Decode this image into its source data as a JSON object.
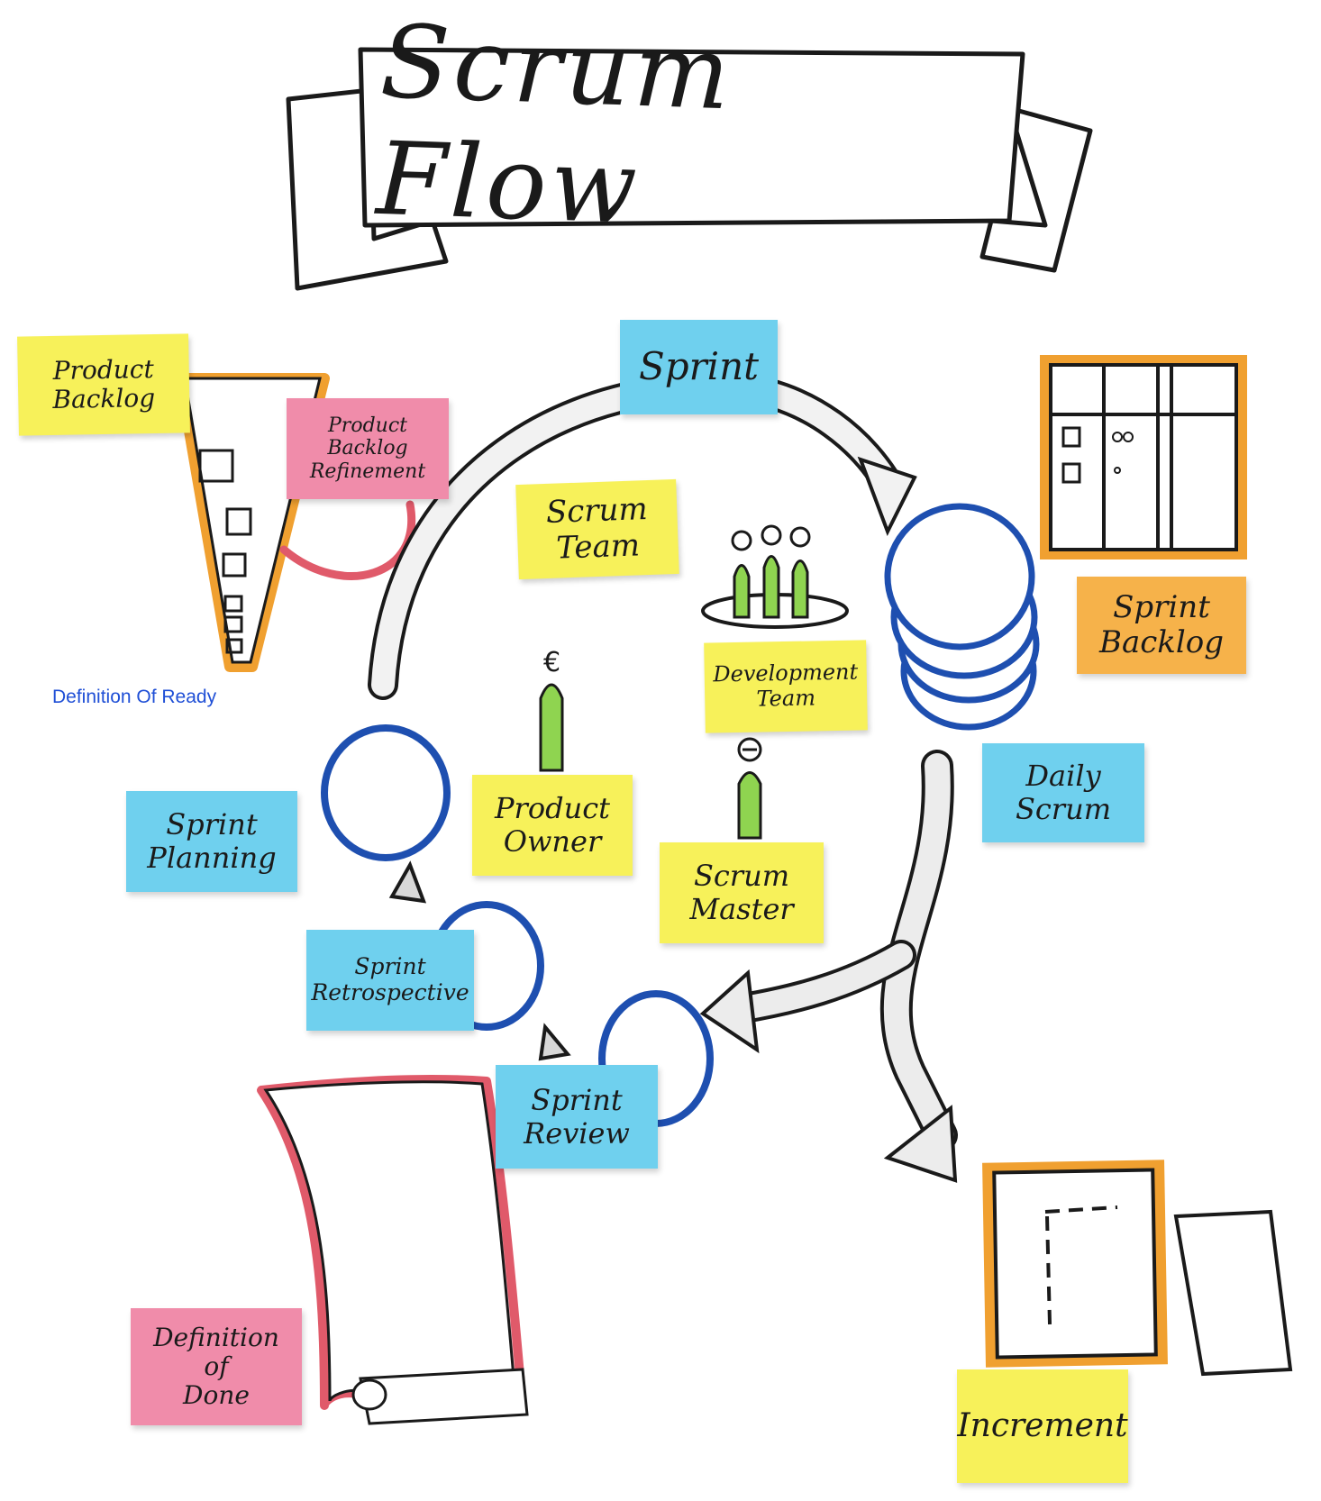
{
  "title": "Scrum Flow",
  "definition_of_ready": "Definition Of Ready",
  "notes": {
    "product_backlog": "Product\nBacklog",
    "product_backlog_refinement": "Product\nBacklog\nRefinement",
    "sprint": "Sprint",
    "scrum_team": "Scrum\nTeam",
    "development_team": "Development\nTeam",
    "sprint_backlog": "Sprint\nBacklog",
    "daily_scrum": "Daily\nScrum",
    "product_owner": "Product\nOwner",
    "scrum_master": "Scrum\nMaster",
    "sprint_planning": "Sprint\nPlanning",
    "sprint_retrospective": "Sprint\nRetrospective",
    "sprint_review": "Sprint\nReview",
    "definition_of_done": "Definition\nof\nDone",
    "increment": "Increment"
  },
  "colors": {
    "yellow": "#f7f15a",
    "blue": "#6fd0ee",
    "pink": "#f08caa",
    "orange": "#f6b24a",
    "event_circle": "#1e4fb0",
    "person_green": "#8fd450",
    "ink": "#1a1a1a"
  }
}
